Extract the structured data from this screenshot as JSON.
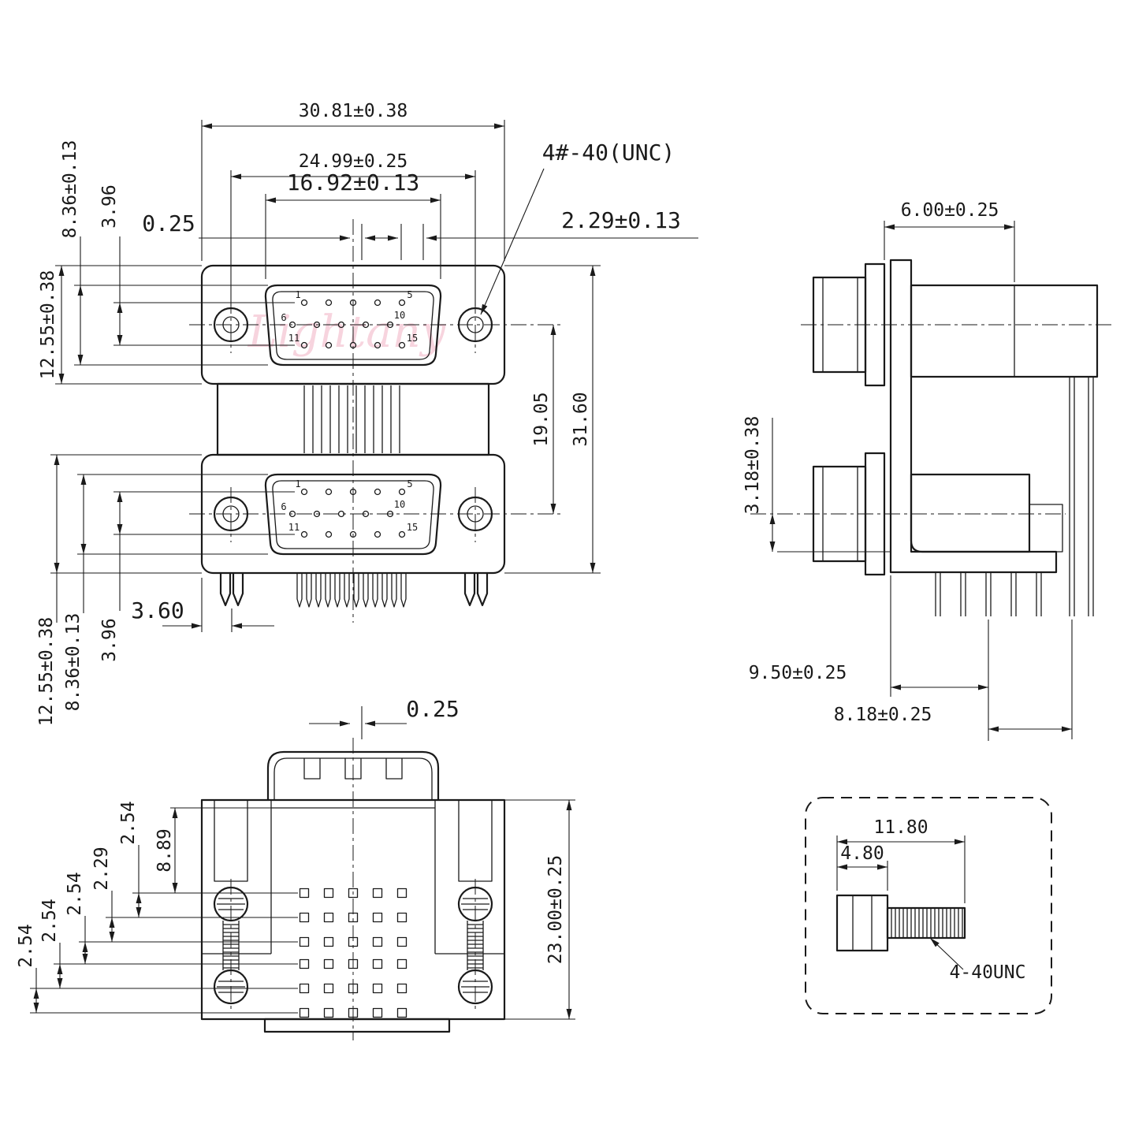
{
  "watermark": "Lightany",
  "front_view": {
    "overall_width": "30.81±0.38",
    "mount_hole_span": "24.99±0.25",
    "shell_width": "16.92±0.13",
    "center_offset": "0.25",
    "pin_pitch": "2.29±0.13",
    "thread_callout": "4#-40(UNC)",
    "shell_height_top": "8.36±0.13",
    "row_span_top": "3.96",
    "flange_height_top": "12.55±0.38",
    "port_pitch": "19.05",
    "overall_height": "31.60",
    "flange_height_bottom": "12.55±0.38",
    "shell_height_bottom": "8.36±0.13",
    "row_span_bottom": "3.96",
    "foot_offset": "3.60",
    "pins": {
      "p1": "1",
      "p5": "5",
      "p6": "6",
      "p10": "10",
      "p11": "11",
      "p15": "15"
    }
  },
  "side_view": {
    "shroud_depth": "6.00±0.25",
    "center_to_board": "3.18±0.38",
    "bracket_to_pin": "9.50±0.25",
    "pin_row_span": "8.18±0.25"
  },
  "rear_view": {
    "center_offset": "0.25",
    "body_height": "23.00±0.25",
    "pitch_1": "2.54",
    "edge_to_row": "8.89",
    "row_offset": "2.29",
    "pitch_2": "2.54",
    "pitch_3": "2.54",
    "pitch_4": "2.54"
  },
  "screw_detail": {
    "overall_length": "11.80",
    "head_length": "4.80",
    "thread_label": "4-40UNC"
  }
}
